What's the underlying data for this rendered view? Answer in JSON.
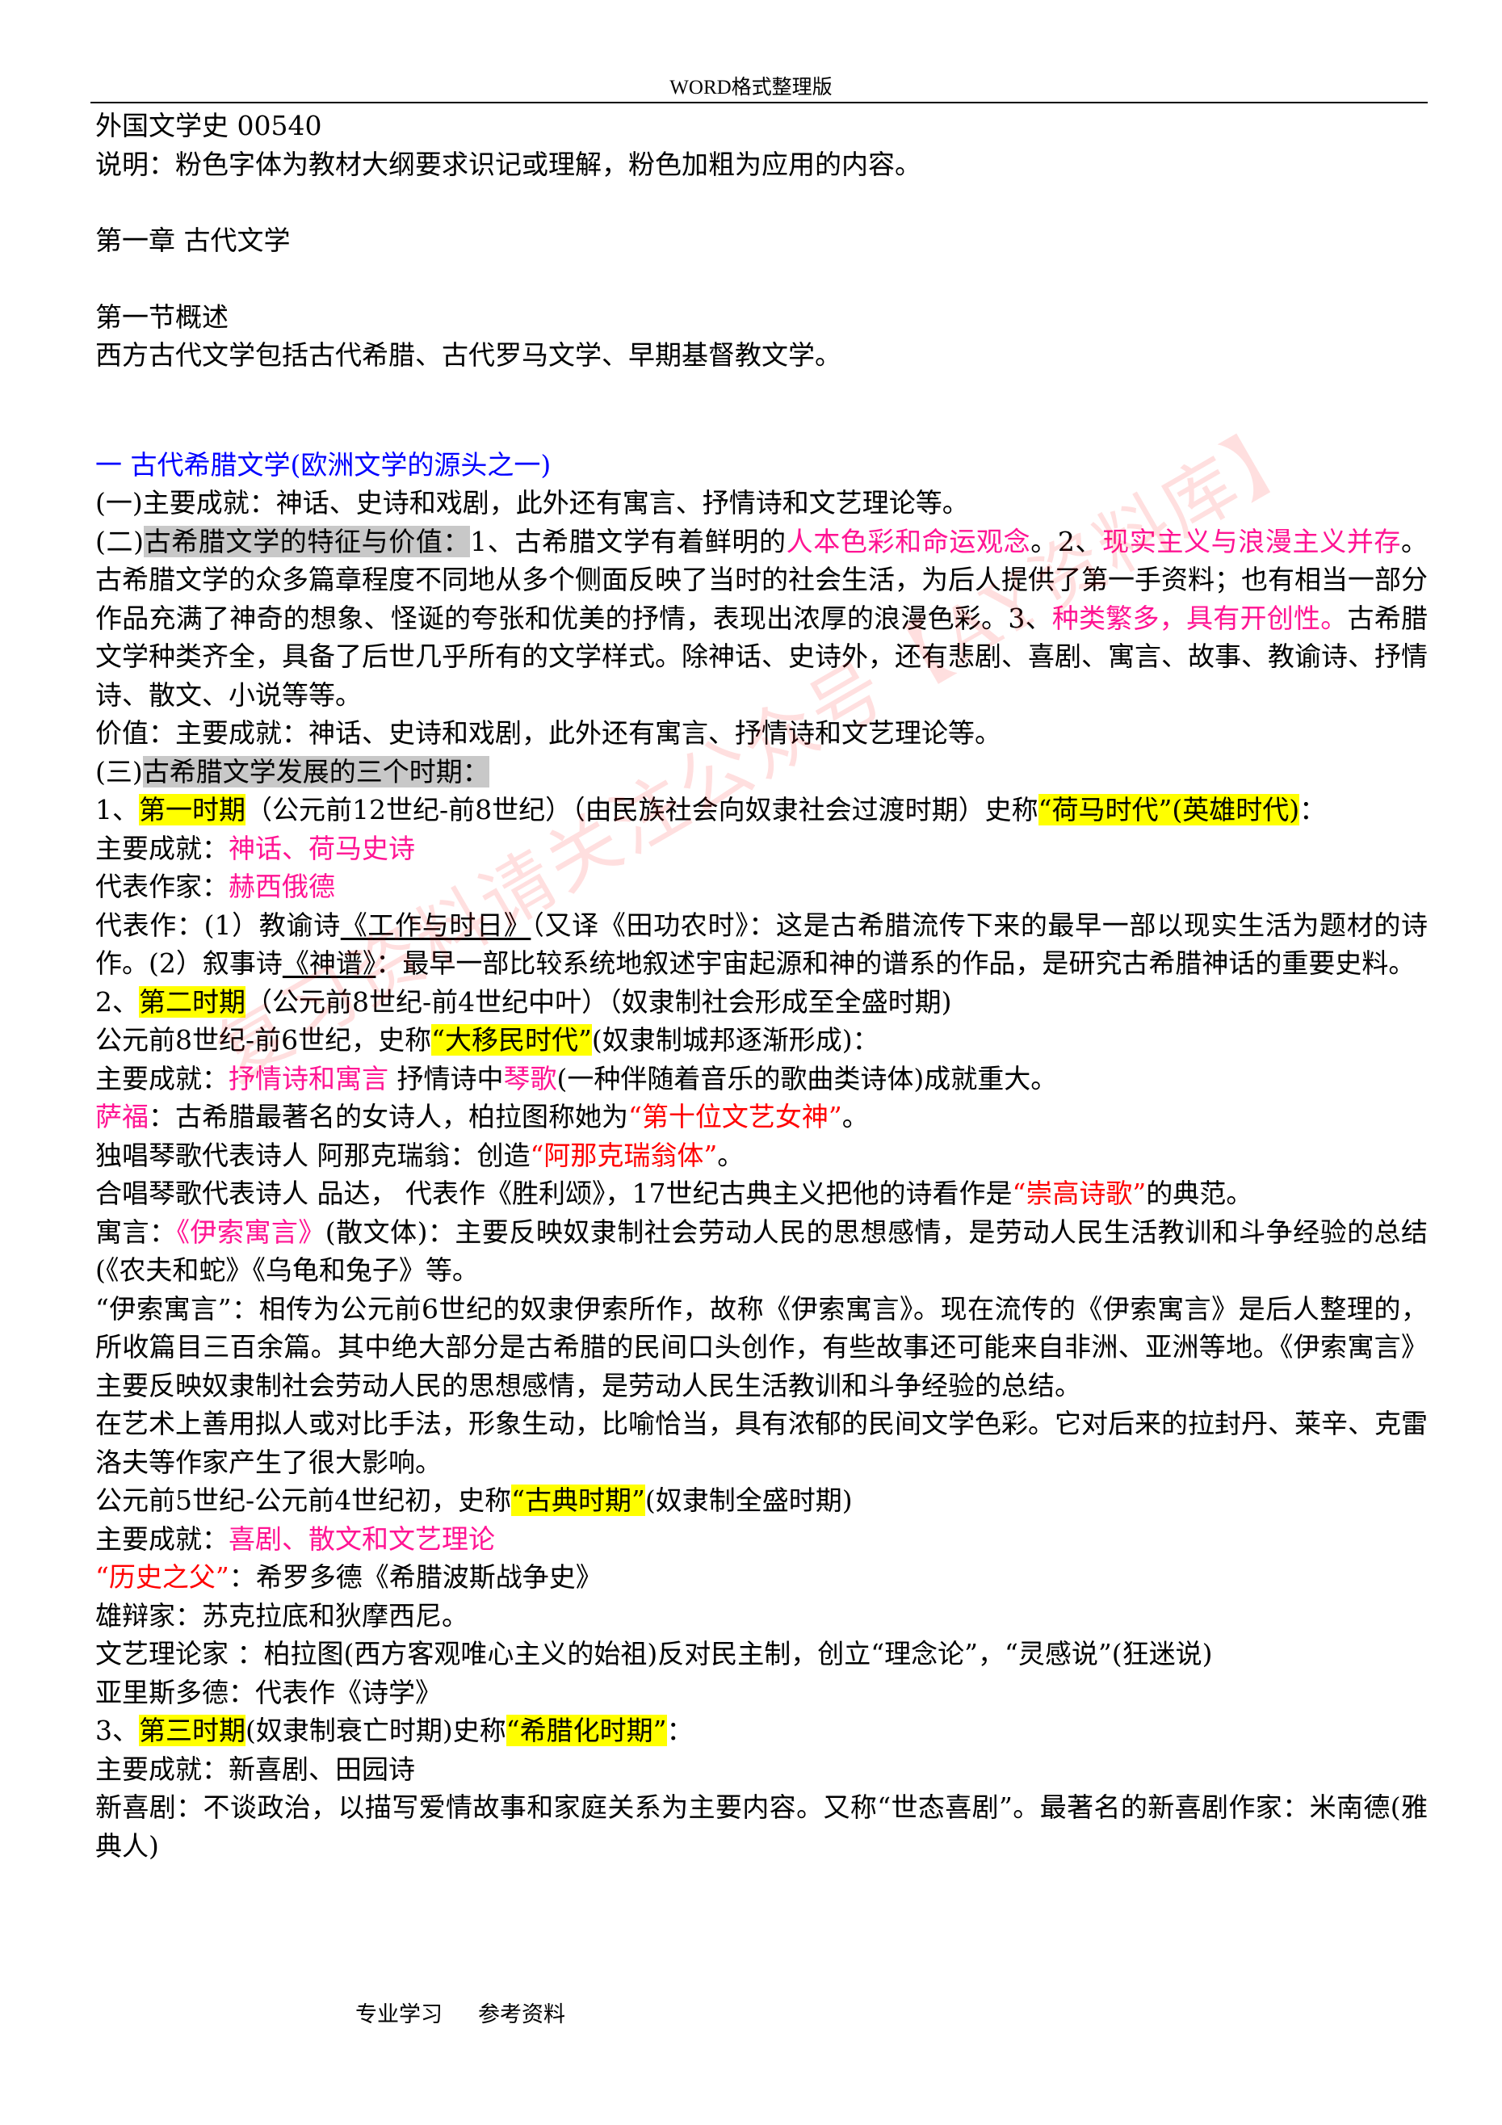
{
  "header": "WORD格式整理版",
  "course": "外国文学史 00540",
  "note": "说明：粉色字体为教材大纲要求识记或理解，粉色加粗为应用的内容。",
  "chapter": "第一章 古代文学",
  "section": "第一节概述",
  "overview": "西方古代文学包括古代希腊、古代罗马文学、早期基督教文学。",
  "part1_title": "一 古代希腊文学(欧洲文学的源头之一)",
  "s1": "(一)主要成就：神话、史诗和戏剧，此外还有寓言、抒情诗和文艺理论等。",
  "s2": {
    "prefix": "(二)",
    "title": "古希腊文学的特征与价值：",
    "t1": "1、古希腊文学有着鲜明的",
    "p1": "人本色彩和命运观念",
    "t2": "。2、",
    "p2": "现实主义与浪漫主义并存",
    "t3": "。古希腊文学的众多篇章程度不同地从多个侧面反映了当时的社会生活，为后人提供了第一手资料；也有相当一部分作品充满了神奇的想象、怪诞的夸张和优美的抒情，表现出浓厚的浪漫色彩。3、",
    "p3": "种类繁多，具有开创性。",
    "t4": "古希腊文学种类齐全，具备了后世几乎所有的文学样式。除神话、史诗外，还有悲剧、喜剧、寓言、故事、教谕诗、抒情诗、散文、小说等等。"
  },
  "value": "价值：主要成就：神话、史诗和戏剧，此外还有寓言、抒情诗和文艺理论等。",
  "s3": {
    "prefix": "(三)",
    "title": "古希腊文学发展的三个时期："
  },
  "p1": {
    "num": "1、",
    "label": "第一时期",
    "desc": "（公元前12世纪-前8世纪）（由民族社会向奴隶社会过渡时期）史称",
    "name": "“荷马时代”(英雄时代)",
    "end": "：",
    "ach_label": "主要成就：",
    "ach": "神话、荷马史诗",
    "author_label": "代表作家：",
    "author": "赫西俄德",
    "works_a": "代表作：(1）教谕诗",
    "works_b": "《工作与时日》",
    "works_c": "（又译《田功农时》：这是古希腊流传下来的最早一部以现实生活为题材的诗作。(2）叙事诗",
    "works_d": "《神谱》",
    "works_e": "：最早一部比较系统地叙述宇宙起源和神的谱系的作品，是研究古希腊神话的重要史料。"
  },
  "p2": {
    "num": "2、",
    "label": "第二时期",
    "desc": "（公元前8世纪-前4世纪中叶）（奴隶制社会形成至全盛时期)",
    "sub1_a": "公元前8世纪-前6世纪，史称",
    "sub1_name": "“大移民时代”",
    "sub1_b": "(奴隶制城邦逐渐形成)：",
    "ach_label": "主要成就：",
    "ach": "抒情诗和寓言",
    "ach_b": " 抒情诗中",
    "lyre": "琴歌",
    "ach_c": "(一种伴随着音乐的歌曲类诗体)成就重大。",
    "sappho": "萨福",
    "sappho_b": "：古希腊最著名的女诗人，柏拉图称她为",
    "sappho_name": "“第十位文艺女神”",
    "sappho_c": "。",
    "solo_a": "独唱琴歌代表诗人 阿那克瑞翁：创造",
    "solo_name": "“阿那克瑞翁体”",
    "solo_c": "。",
    "choir_a": "合唱琴歌代表诗人 品达， 代表作《胜利颂》，17世纪古典主义把他的诗看作是",
    "choir_name": "“崇高诗歌”",
    "choir_c": "的典范。",
    "fable_a": "寓言：",
    "fable_name": "《伊索寓言》",
    "fable_b": "(散文体)：主要反映奴隶制社会劳动人民的思想感情，是劳动人民生活教训和斗争经验的总结(《农夫和蛇》《乌龟和兔子》等。",
    "aesop": "“伊索寓言”：相传为公元前6世纪的奴隶伊索所作，故称《伊索寓言》。现在流传的《伊索寓言》是后人整理的，所收篇目三百余篇。其中绝大部分是古希腊的民间口头创作，有些故事还可能来自非洲、亚洲等地。《伊索寓言》主要反映奴隶制社会劳动人民的思想感情，是劳动人民生活教训和斗争经验的总结。",
    "art": "在艺术上善用拟人或对比手法，形象生动，比喻恰当，具有浓郁的民间文学色彩。它对后来的拉封丹、莱辛、克雷洛夫等作家产生了很大影响。",
    "sub2_a": "公元前5世纪-公元前4世纪初，史称",
    "sub2_name": "“古典时期”",
    "sub2_b": "(奴隶制全盛时期)",
    "ach2_label": "主要成就：",
    "ach2": "喜剧、散文和文艺理论",
    "hist_name": "“历史之父”",
    "hist_b": "：希罗多德《希腊波斯战争史》",
    "orator": "雄辩家：苏克拉底和狄摩西尼。",
    "theory": "文艺理论家 ：柏拉图(西方客观唯心主义的始祖)反对民主制，创立“理念论”，“灵感说”(狂迷说)",
    "aristotle": "亚里斯多德：代表作《诗学》"
  },
  "p3": {
    "num": "3、",
    "label": "第三时期",
    "desc": "(奴隶制衰亡时期)史称",
    "name": "“希腊化时期”",
    "end": "：",
    "ach": "主要成就：新喜剧、田园诗",
    "comedy": "新喜剧：不谈政治，以描写爱情故事和家庭关系为主要内容。又称“世态喜剧”。最著名的新喜剧作家：米南德(雅典人)"
  },
  "watermark": "复习资料请关注公众号【AY资料库】",
  "footer": {
    "left": "专业学习",
    "right": "参考资料"
  },
  "colors": {
    "pink": "#ff1493",
    "red": "#ff0000",
    "blue": "#0000ff",
    "highlight_yellow": "#ffff00",
    "highlight_gray": "#c8c8c8"
  }
}
